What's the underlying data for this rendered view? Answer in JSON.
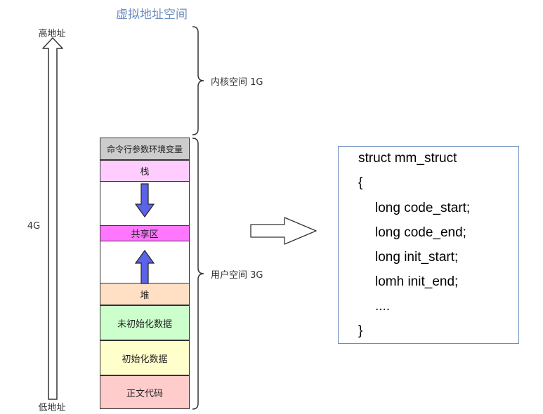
{
  "title": "虚拟地址空间",
  "axis": {
    "high_label": "高地址",
    "low_label": "低地址",
    "size_label": "4G"
  },
  "segments": [
    {
      "label": "",
      "color": "#ffffff"
    },
    {
      "label": "命令行参数环境变量",
      "color": "#cccccc"
    },
    {
      "label": "栈",
      "color": "#ffccff"
    },
    {
      "label": "",
      "color": "#ffffff"
    },
    {
      "label": "共享区",
      "color": "#ff77ff"
    },
    {
      "label": "",
      "color": "#ffffff"
    },
    {
      "label": "堆",
      "color": "#ffe0c4"
    },
    {
      "label": "未初始化数据",
      "color": "#ccffcc"
    },
    {
      "label": "初始化数据",
      "color": "#ffffcc"
    },
    {
      "label": "正文代码",
      "color": "#ffcccc"
    }
  ],
  "braces": {
    "kernel_label": "内核空间 1G",
    "user_label": "用户空间 3G"
  },
  "code": {
    "lines": [
      "struct mm_struct",
      "{",
      "long code_start;",
      "long code_end;",
      "long init_start;",
      "lomh init_end;",
      "....",
      "}"
    ]
  },
  "colors": {
    "title": "#6c8ebf",
    "growth_arrow": "#5b63e8",
    "code_border": "#6c8ebf"
  }
}
